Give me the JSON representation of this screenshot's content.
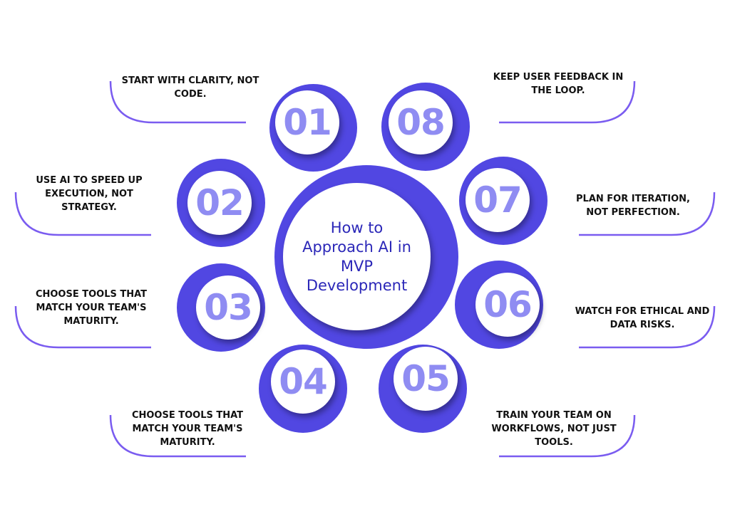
{
  "title": "How to Approach AI in MVP Development",
  "colors": {
    "ring": "#5147e2",
    "number": "#8f8cf2",
    "title": "#2b27b8",
    "line": "#7a5cf0"
  },
  "steps": [
    {
      "number": "01",
      "text": "START WITH CLARITY, NOT CODE."
    },
    {
      "number": "02",
      "text": "USE AI TO SPEED UP EXECUTION, NOT STRATEGY."
    },
    {
      "number": "03",
      "text": "CHOOSE TOOLS THAT MATCH YOUR TEAM'S MATURITY."
    },
    {
      "number": "04",
      "text": "CHOOSE TOOLS THAT MATCH YOUR TEAM'S MATURITY."
    },
    {
      "number": "05",
      "text": "TRAIN YOUR TEAM ON WORKFLOWS, NOT JUST TOOLS."
    },
    {
      "number": "06",
      "text": "WATCH FOR ETHICAL AND DATA RISKS."
    },
    {
      "number": "07",
      "text": "PLAN FOR ITERATION, NOT PERFECTION."
    },
    {
      "number": "08",
      "text": "KEEP USER FEEDBACK IN THE LOOP."
    }
  ]
}
